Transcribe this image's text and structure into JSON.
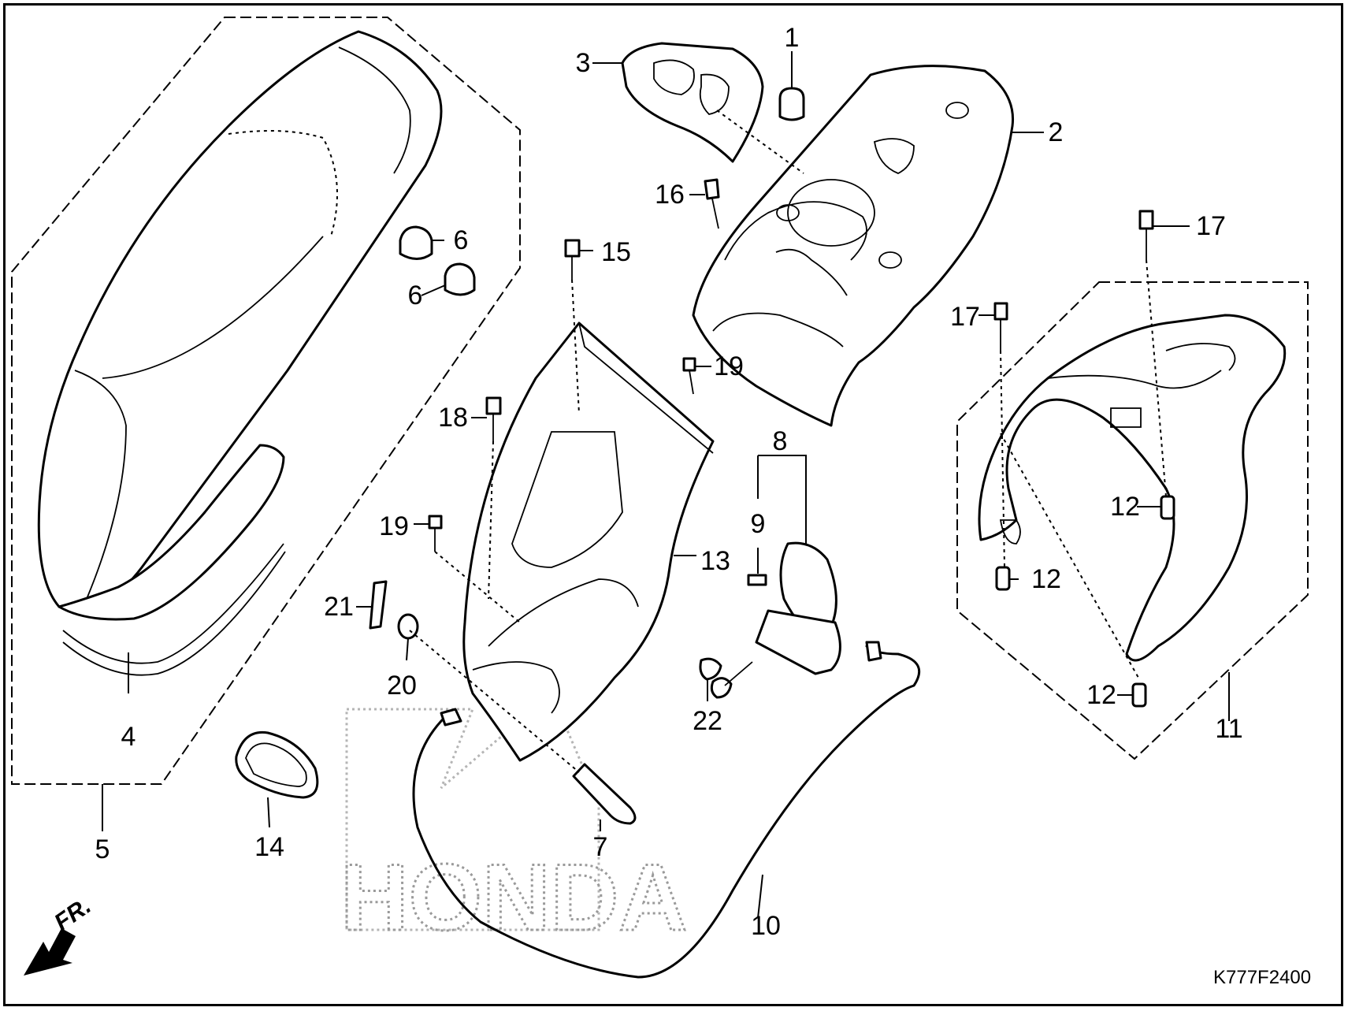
{
  "diagram": {
    "callouts": [
      {
        "id": "c1",
        "label": "1"
      },
      {
        "id": "c2",
        "label": "2"
      },
      {
        "id": "c3",
        "label": "3"
      },
      {
        "id": "c4",
        "label": "4"
      },
      {
        "id": "c5",
        "label": "5"
      },
      {
        "id": "c6a",
        "label": "6"
      },
      {
        "id": "c6b",
        "label": "6"
      },
      {
        "id": "c7",
        "label": "7"
      },
      {
        "id": "c8",
        "label": "8"
      },
      {
        "id": "c9",
        "label": "9"
      },
      {
        "id": "c10",
        "label": "10"
      },
      {
        "id": "c11",
        "label": "11"
      },
      {
        "id": "c12a",
        "label": "12"
      },
      {
        "id": "c12b",
        "label": "12"
      },
      {
        "id": "c12c",
        "label": "12"
      },
      {
        "id": "c13",
        "label": "13"
      },
      {
        "id": "c14",
        "label": "14"
      },
      {
        "id": "c15",
        "label": "15"
      },
      {
        "id": "c16",
        "label": "16"
      },
      {
        "id": "c17a",
        "label": "17"
      },
      {
        "id": "c17b",
        "label": "17"
      },
      {
        "id": "c18",
        "label": "18"
      },
      {
        "id": "c19a",
        "label": "19"
      },
      {
        "id": "c19b",
        "label": "19"
      },
      {
        "id": "c20",
        "label": "20"
      },
      {
        "id": "c21",
        "label": "21"
      },
      {
        "id": "c22",
        "label": "22"
      }
    ],
    "direction_label": "FR.",
    "diagram_code": "K777F2400",
    "watermark": "HONDA",
    "colors": {
      "ink": "#000000",
      "watermark": "#9a9a9a",
      "background": "#ffffff"
    }
  }
}
